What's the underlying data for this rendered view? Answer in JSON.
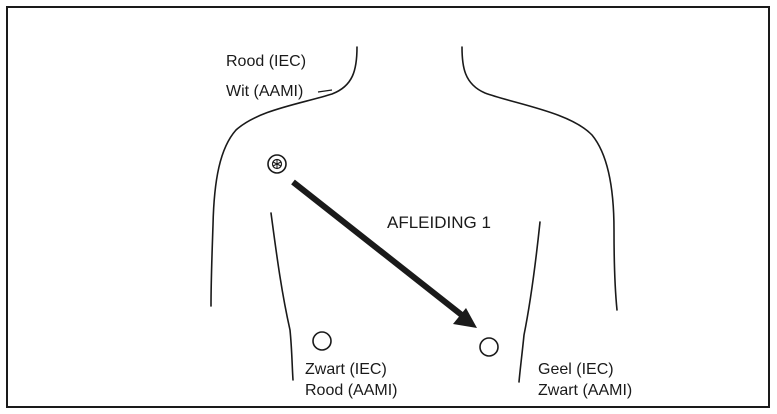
{
  "labels": {
    "right_arm_iec": "Rood (IEC)",
    "right_arm_aami": "Wit (AAMI)",
    "lead_name": "AFLEIDING 1",
    "right_leg_iec": "Zwart (IEC)",
    "right_leg_aami": "Rood (AAMI)",
    "left_leg_iec": "Geel (IEC)",
    "left_leg_aami": "Zwart (AAMI)"
  },
  "colors": {
    "line": "#1a1a1a",
    "background": "#ffffff"
  }
}
